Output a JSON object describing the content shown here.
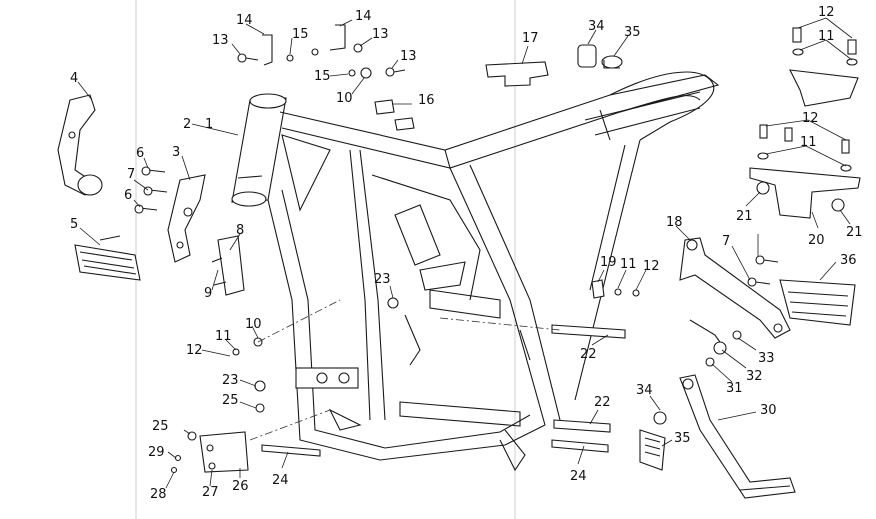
{
  "callouts": [
    "1",
    "2",
    "3",
    "4",
    "5",
    "6",
    "6",
    "7",
    "7",
    "8",
    "9",
    "10",
    "10",
    "11",
    "11",
    "11",
    "11",
    "12",
    "12",
    "12",
    "12",
    "13",
    "13",
    "13",
    "14",
    "14",
    "15",
    "15",
    "16",
    "17",
    "18",
    "19",
    "20",
    "21",
    "21",
    "22",
    "22",
    "23",
    "23",
    "24",
    "24",
    "25",
    "25",
    "26",
    "27",
    "28",
    "29",
    "30",
    "31",
    "32",
    "33",
    "34",
    "34",
    "35",
    "35",
    "36"
  ]
}
